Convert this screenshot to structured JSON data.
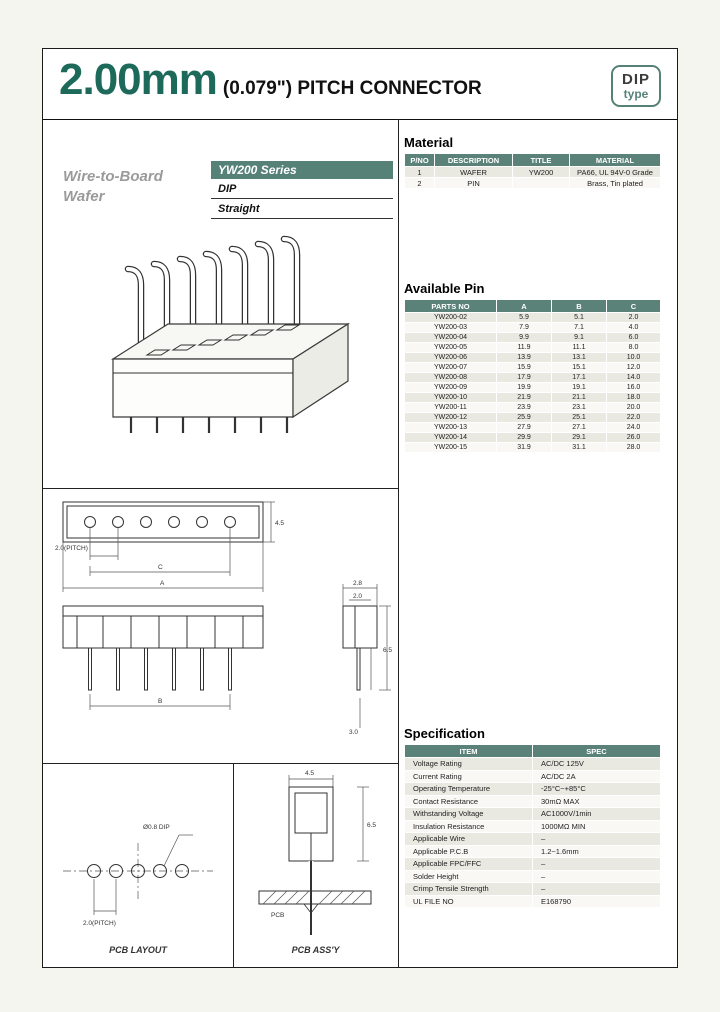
{
  "colors": {
    "accent": "#1d6a5a",
    "table_header": "#5b8279"
  },
  "header": {
    "title_big": "2.00mm",
    "title_rest": "(0.079\") PITCH CONNECTOR",
    "badge_top": "DIP",
    "badge_bottom": "type"
  },
  "side_label": {
    "line1": "Wire-to-Board",
    "line2": "Wafer"
  },
  "series_box": {
    "title": "YW200 Series",
    "row1": "DIP",
    "row2": "Straight"
  },
  "material": {
    "title": "Material",
    "headers": [
      "P/NO",
      "DESCRIPTION",
      "TITLE",
      "MATERIAL"
    ],
    "rows": [
      [
        "1",
        "WAFER",
        "YW200",
        "PA66, UL 94V-0 Grade"
      ],
      [
        "2",
        "PIN",
        "",
        "Brass, Tin plated"
      ]
    ]
  },
  "available_pin": {
    "title": "Available Pin",
    "headers": [
      "PARTS NO",
      "A",
      "B",
      "C"
    ],
    "rows": [
      [
        "YW200-02",
        "5.9",
        "5.1",
        "2.0"
      ],
      [
        "YW200-03",
        "7.9",
        "7.1",
        "4.0"
      ],
      [
        "YW200-04",
        "9.9",
        "9.1",
        "6.0"
      ],
      [
        "YW200-05",
        "11.9",
        "11.1",
        "8.0"
      ],
      [
        "YW200-06",
        "13.9",
        "13.1",
        "10.0"
      ],
      [
        "YW200-07",
        "15.9",
        "15.1",
        "12.0"
      ],
      [
        "YW200-08",
        "17.9",
        "17.1",
        "14.0"
      ],
      [
        "YW200-09",
        "19.9",
        "19.1",
        "16.0"
      ],
      [
        "YW200-10",
        "21.9",
        "21.1",
        "18.0"
      ],
      [
        "YW200-11",
        "23.9",
        "23.1",
        "20.0"
      ],
      [
        "YW200-12",
        "25.9",
        "25.1",
        "22.0"
      ],
      [
        "YW200-13",
        "27.9",
        "27.1",
        "24.0"
      ],
      [
        "YW200-14",
        "29.9",
        "29.1",
        "26.0"
      ],
      [
        "YW200-15",
        "31.9",
        "31.1",
        "28.0"
      ]
    ]
  },
  "specification": {
    "title": "Specification",
    "headers": [
      "ITEM",
      "SPEC"
    ],
    "rows": [
      [
        "Voltage Rating",
        "AC/DC 125V"
      ],
      [
        "Current Rating",
        "AC/DC 2A"
      ],
      [
        "Operating Temperature",
        "-25°C~+85°C"
      ],
      [
        "Contact Resistance",
        "30mΩ MAX"
      ],
      [
        "Withstanding Voltage",
        "AC1000V/1min"
      ],
      [
        "Insulation Resistance",
        "1000MΩ MIN"
      ],
      [
        "Applicable Wire",
        "–"
      ],
      [
        "Applicable P.C.B",
        "1.2~1.6mm"
      ],
      [
        "Applicable FPC/FFC",
        "–"
      ],
      [
        "Solder Height",
        "–"
      ],
      [
        "Crimp Tensile Strength",
        "–"
      ],
      [
        "UL FILE NO",
        "E168790"
      ]
    ]
  },
  "captions": {
    "pcb_layout": "PCB LAYOUT",
    "pcb_assy": "PCB ASS'Y"
  },
  "dims": {
    "pitch": "2.0(PITCH)",
    "depth": "4.5",
    "a": "A",
    "b": "B",
    "c": "C",
    "w28": "2.8",
    "w20": "2.0",
    "h65": "6.5",
    "h30": "3.0",
    "hole": "Ø0.8 DIP",
    "pcb": "PCB",
    "assy_45": "4.5",
    "assy_65": "6.5"
  }
}
